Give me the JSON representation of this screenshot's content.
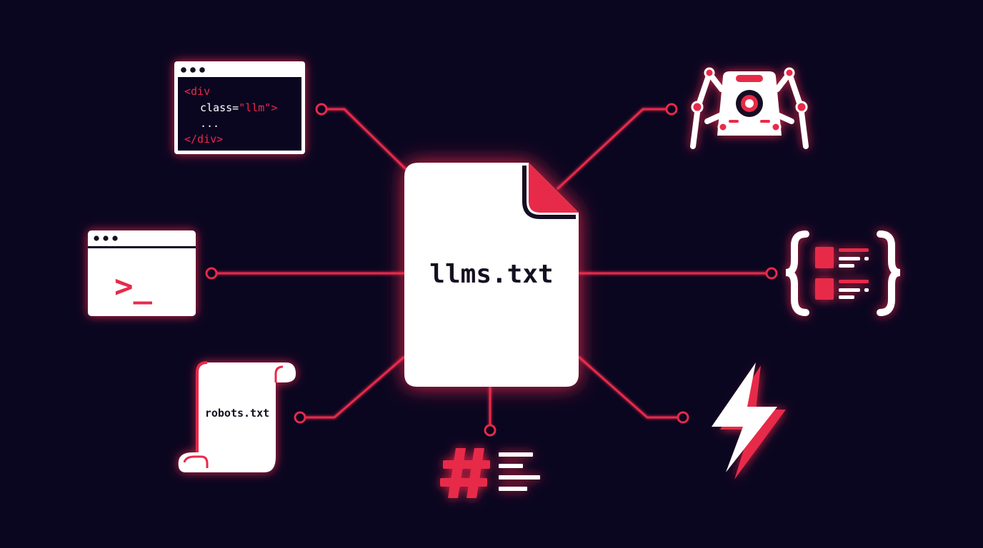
{
  "center_file": {
    "label": "llms.txt"
  },
  "html_snippet": {
    "line1": "<div",
    "line2_attr": "class=",
    "line2_value": "\"llm\"",
    "line2_close": ">",
    "line3": "...",
    "line4": "</div>"
  },
  "terminal": {
    "prompt": ">_"
  },
  "scroll": {
    "label": "robots.txt"
  },
  "colors": {
    "background": "#0b0620",
    "accent": "#e8294a",
    "glow": "#ff2a4d",
    "white": "#ffffff",
    "ink": "#151020"
  },
  "icons": [
    "html-code-window-icon",
    "terminal-window-icon",
    "robots-scroll-icon",
    "markdown-hash-icon",
    "robot-spider-icon",
    "json-braces-icon",
    "lightning-bolt-icon"
  ]
}
